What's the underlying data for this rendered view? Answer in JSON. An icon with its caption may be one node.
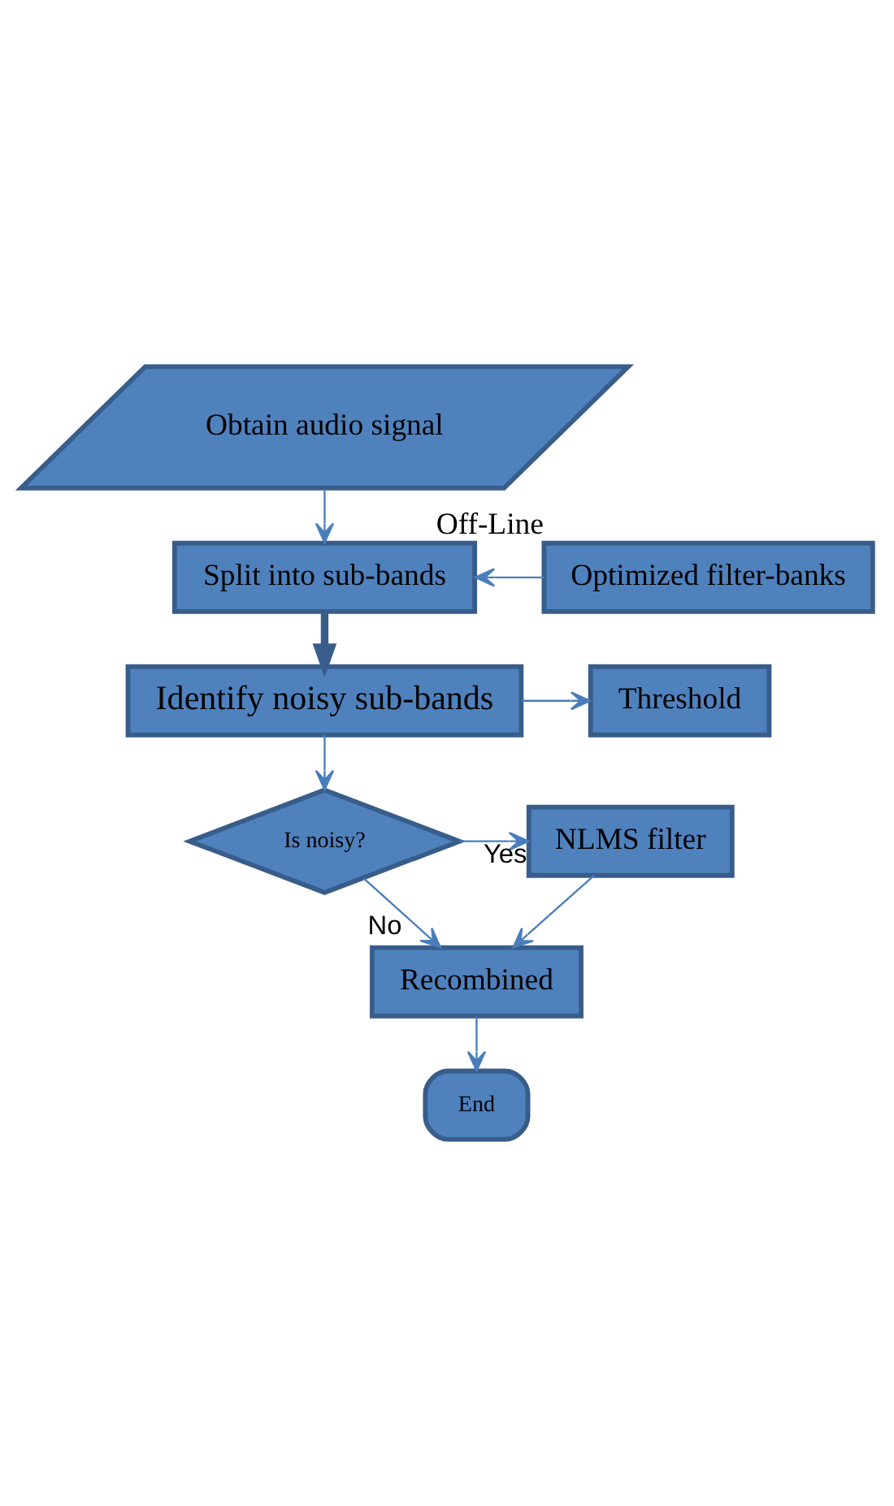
{
  "diagram": {
    "nodes": [
      {
        "text": [
          "Obtain audio signal"
        ]
      },
      {
        "text": [
          "Split into sub-bands"
        ]
      },
      {
        "text": [
          "Optimized filter-banks"
        ],
        "beside": [
          "Off-Line"
        ]
      },
      {
        "text": [
          "Identify noisy sub-bands"
        ]
      },
      {
        "text": [
          "Threshold"
        ]
      },
      {
        "text": [
          "Is noisy?"
        ]
      },
      {
        "text": [
          "NLMS filter"
        ]
      },
      {
        "text": [
          "Recombined"
        ]
      },
      {
        "text": [
          "End"
        ]
      }
    ],
    "edges": [
      {
        "from": 0,
        "to": 1,
        "arrow": "to"
      },
      {
        "from": 2,
        "to": 1,
        "arrow": "to"
      },
      {
        "from": 1,
        "to": 3,
        "arrow": "to",
        "style": "thick",
        "color": "#385d8a"
      },
      {
        "from": 3,
        "to": 4,
        "arrow": "to"
      },
      {
        "from": 3,
        "to": 5,
        "arrow": "to"
      },
      {
        "from": 5,
        "to": 6,
        "arrow": "to",
        "label": "Yes"
      },
      {
        "from": 5,
        "to": 7,
        "arrow": "to",
        "label": "No"
      },
      {
        "from": 6,
        "to": 7,
        "arrow": "to"
      },
      {
        "from": 7,
        "to": 8,
        "arrow": "to"
      }
    ]
  }
}
